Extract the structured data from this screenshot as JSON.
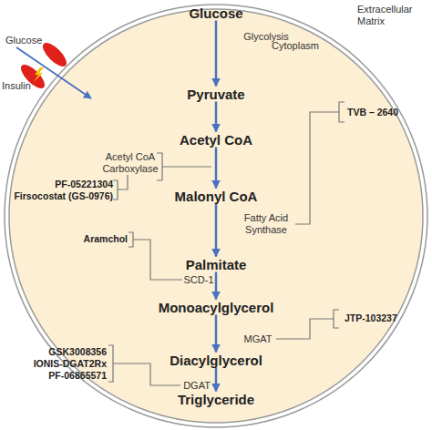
{
  "diagram": {
    "nodes": [
      {
        "text": [
          "Glucose"
        ]
      },
      {
        "text": [
          "Pyruvate"
        ]
      },
      {
        "text": [
          "Acetyl CoA"
        ]
      },
      {
        "text": [
          "Malonyl CoA"
        ]
      },
      {
        "text": [
          "Palmitate"
        ]
      },
      {
        "text": [
          "Monoacylglycerol"
        ]
      },
      {
        "text": [
          "Diacylglycerol"
        ]
      },
      {
        "text": [
          "Triglyceride"
        ]
      }
    ],
    "edges": [
      {
        "from": 0,
        "to": 1,
        "label": "Glycolysis",
        "arrow": "to"
      },
      {
        "from": 1,
        "to": 2,
        "arrow": "to"
      },
      {
        "from": 2,
        "to": 3,
        "label": "Acetyl CoA Carboxylase",
        "arrow": "to"
      },
      {
        "from": 3,
        "to": 4,
        "label": "Fatty Acid Synthase",
        "arrow": "to"
      },
      {
        "from": 4,
        "to": 5,
        "label": "SCD-1",
        "arrow": "to"
      },
      {
        "from": 5,
        "to": 6,
        "label": "MGAT",
        "arrow": "to"
      },
      {
        "from": 6,
        "to": 7,
        "label": "DGAT",
        "arrow": "to"
      }
    ],
    "labels": [
      "Extracellular Matrix",
      "Cytoplasm",
      "Glucose",
      "Insulin",
      "PF-05221304",
      "Firsocostat (GS-0976)",
      "TVB – 2640",
      "Aramchol",
      "JTP-103237",
      "GSK3008356",
      "IONIS-DGAT2Rx",
      "PF-06865571"
    ]
  }
}
